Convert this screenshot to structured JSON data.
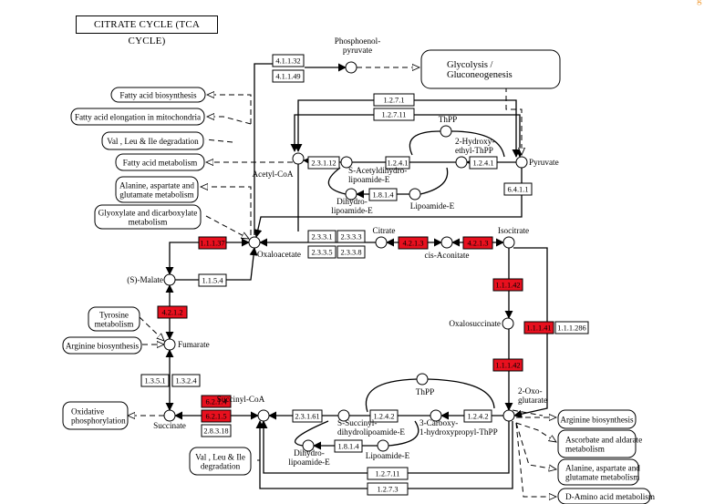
{
  "title": "CITRATE CYCLE (TCA CYCLE)",
  "corner_mark": "ĝ",
  "colors": {
    "highlight": "#e8101e",
    "line": "#000000",
    "bg": "#ffffff"
  },
  "compounds": {
    "phosphoenolpyruvate": "Phosphoenol-\npyruvate",
    "thpp_top": "ThPP",
    "hydroxyethyl_thpp": "2-Hydroxy-\nethyl-ThPP",
    "pyruvate": "Pyruvate",
    "acetyl_coa": "Acetyl-CoA",
    "s_acetyldihydrolipoamide": "S-Acetyldihydro-\nlipoamide-E",
    "dihydrolipoamide_top": "Dihydro-\nlipoamide-E",
    "lipoamide_top": "Lipoamide-E",
    "oxaloacetate": "Oxaloacetate",
    "citrate": "Citrate",
    "cis_aconitate": "cis-Aconitate",
    "isocitrate": "Isocitrate",
    "s_malate": "(S)-Malate",
    "oxalosuccinate": "Oxalosuccinate",
    "fumarate": "Fumarate",
    "thpp_bottom": "ThPP",
    "succinyl_coa": "Succinyl-CoA",
    "s_succinyldihydrolipoamide": "S-Succinyl-\ndihydrolipoamide-E",
    "carboxy_hydroxypropyl_thpp": "3-Carboxy-\n1-hydroxypropyl-ThPP",
    "two_oxoglutarate": "2-Oxo-\nglutarate",
    "succinate": "Succinate",
    "dihydrolipoamide_bottom": "Dihydro-\nlipoamide-E",
    "lipoamide_bottom": "Lipoamide-E"
  },
  "maps": {
    "glycolysis": "Glycolysis /\nGluconeogenesis",
    "fatty_acid_biosynthesis": "Fatty acid biosynthesis",
    "fatty_acid_elongation": "Fatty acid elongation in mitochondria",
    "val_leu_ile_top": "Val , Leu & Ile degradation",
    "fatty_acid_metabolism": "Fatty acid metabolism",
    "alanine_aspartate_left": "Alanine, aspartate and\nglutamate metabolism",
    "glyoxylate": "Glyoxylate and dicarboxylate\nmetabolism",
    "tyrosine": "Tyrosine\nmetabolism",
    "arginine_left": "Arginine biosynthesis",
    "oxidative_phosphorylation": "Oxidative\nphosphorylation",
    "val_leu_ile_bottom": "Val , Leu & Ile\ndegradation",
    "arginine_right": "Arginine biosynthesis",
    "ascorbate": "Ascorbate and aldarate\nmetabolism",
    "alanine_aspartate_right": "Alanine, aspartate and\nglutamate metabolism",
    "d_amino_acid": "D-Amino acid metabolism"
  },
  "enzymes": {
    "e4_1_1_32": {
      "label": "4.1.1.32",
      "highlighted": false
    },
    "e4_1_1_49": {
      "label": "4.1.1.49",
      "highlighted": false
    },
    "e1_2_7_1": {
      "label": "1.2.7.1",
      "highlighted": false
    },
    "e1_2_7_11_top": {
      "label": "1.2.7.11",
      "highlighted": false
    },
    "e2_3_1_12": {
      "label": "2.3.1.12",
      "highlighted": false
    },
    "e1_2_4_1a": {
      "label": "1.2.4.1",
      "highlighted": false
    },
    "e1_2_4_1b": {
      "label": "1.2.4.1",
      "highlighted": false
    },
    "e1_8_1_4_top": {
      "label": "1.8.1.4",
      "highlighted": false
    },
    "e6_4_1_1": {
      "label": "6.4.1.1",
      "highlighted": false
    },
    "e1_1_1_37": {
      "label": "1.1.1.37",
      "highlighted": true
    },
    "e2_3_3_1": {
      "label": "2.3.3.1",
      "highlighted": false
    },
    "e2_3_3_3": {
      "label": "2.3.3.3",
      "highlighted": false
    },
    "e2_3_3_5": {
      "label": "2.3.3.5",
      "highlighted": false
    },
    "e2_3_3_8": {
      "label": "2.3.3.8",
      "highlighted": false
    },
    "e4_2_1_3a": {
      "label": "4.2.1.3",
      "highlighted": true
    },
    "e4_2_1_3b": {
      "label": "4.2.1.3",
      "highlighted": true
    },
    "e1_1_5_4": {
      "label": "1.1.5.4",
      "highlighted": false
    },
    "e4_2_1_2": {
      "label": "4.2.1.2",
      "highlighted": true
    },
    "e1_1_1_42a": {
      "label": "1.1.1.42",
      "highlighted": true
    },
    "e1_1_1_41": {
      "label": "1.1.1.41",
      "highlighted": true
    },
    "e1_1_1_286": {
      "label": "1.1.1.286",
      "highlighted": false
    },
    "e1_1_1_42b": {
      "label": "1.1.1.42",
      "highlighted": true
    },
    "e1_3_5_1": {
      "label": "1.3.5.1",
      "highlighted": false
    },
    "e1_3_2_4": {
      "label": "1.3.2.4",
      "highlighted": false
    },
    "e6_2_1_4": {
      "label": "6.2.1.4",
      "highlighted": true
    },
    "e6_2_1_5": {
      "label": "6.2.1.5",
      "highlighted": true
    },
    "e2_8_3_18": {
      "label": "2.8.3.18",
      "highlighted": false
    },
    "e2_3_1_61": {
      "label": "2.3.1.61",
      "highlighted": false
    },
    "e1_2_4_2a": {
      "label": "1.2.4.2",
      "highlighted": false
    },
    "e1_2_4_2b": {
      "label": "1.2.4.2",
      "highlighted": false
    },
    "e1_8_1_4_bottom": {
      "label": "1.8.1.4",
      "highlighted": false
    },
    "e1_2_7_11_bottom": {
      "label": "1.2.7.11",
      "highlighted": false
    },
    "e1_2_7_3": {
      "label": "1.2.7.3",
      "highlighted": false
    }
  }
}
